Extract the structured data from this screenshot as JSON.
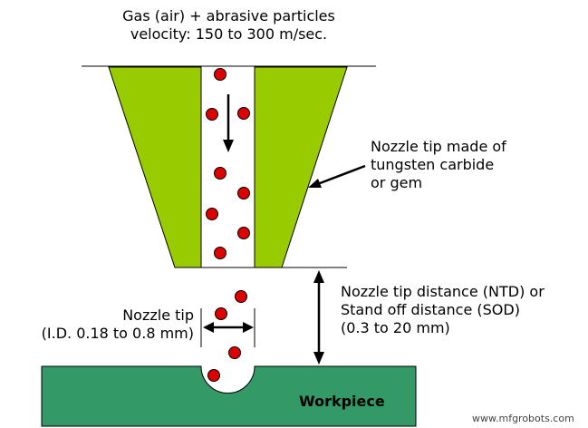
{
  "title": {
    "line1": "Gas (air) + abrasive particles",
    "line2": "velocity: 150 to 300 m/sec."
  },
  "nozzle_label": {
    "line1": "Nozzle tip made of",
    "line2": "tungsten carbide",
    "line3": "or gem"
  },
  "ntd_label": {
    "line1": "Nozzle tip distance (NTD) or",
    "line2": "Stand off distance (SOD)",
    "line3": "(0.3 to 20 mm)"
  },
  "tip_label": {
    "line1": "Nozzle tip",
    "line2": "(I.D. 0.18 to 0.8 mm)"
  },
  "workpiece_label": "Workpiece",
  "watermark": "www.mfgrobots.com",
  "colors": {
    "nozzle_green": "#99cc00",
    "workpiece_green": "#339966",
    "particle_red": "#dd0000",
    "outline": "#000000"
  }
}
